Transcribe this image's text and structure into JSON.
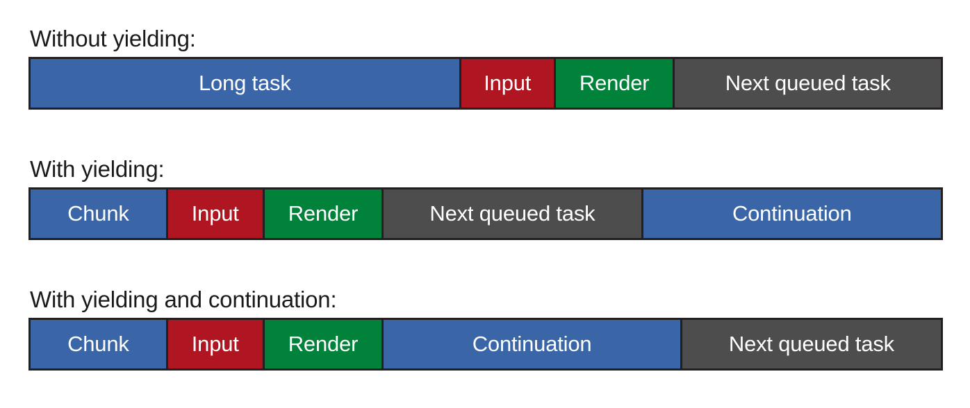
{
  "colors": {
    "blue": "#3a66a7",
    "red": "#b01621",
    "green": "#00823b",
    "gray": "#4d4d4d",
    "border": "#231f20",
    "background": "#ffffff",
    "label_text": "#1a1a1a",
    "segment_text": "#ffffff"
  },
  "chart_data": {
    "type": "bar",
    "title": "",
    "orientation": "horizontal-stacked-timeline",
    "xlabel": "",
    "ylabel": "",
    "categories": [
      "Without yielding:",
      "With yielding:",
      "With yielding and continuation:"
    ],
    "series": [
      {
        "name": "Without yielding:",
        "segments": [
          {
            "label": "Long task",
            "color": "blue",
            "width_pct": 47.3
          },
          {
            "label": "Input",
            "color": "red",
            "width_pct": 10.4
          },
          {
            "label": "Render",
            "color": "green",
            "width_pct": 13.1
          },
          {
            "label": "Next queued task",
            "color": "gray",
            "width_pct": 29.2
          }
        ]
      },
      {
        "name": "With yielding:",
        "segments": [
          {
            "label": "Chunk",
            "color": "blue",
            "width_pct": 15.1
          },
          {
            "label": "Input",
            "color": "red",
            "width_pct": 10.6
          },
          {
            "label": "Render",
            "color": "green",
            "width_pct": 13.1
          },
          {
            "label": "Next queued task",
            "color": "gray",
            "width_pct": 28.5
          },
          {
            "label": "Continuation",
            "color": "blue",
            "width_pct": 32.7
          }
        ]
      },
      {
        "name": "With yielding and continuation:",
        "segments": [
          {
            "label": "Chunk",
            "color": "blue",
            "width_pct": 15.1
          },
          {
            "label": "Input",
            "color": "red",
            "width_pct": 10.6
          },
          {
            "label": "Render",
            "color": "green",
            "width_pct": 13.1
          },
          {
            "label": "Continuation",
            "color": "blue",
            "width_pct": 32.8
          },
          {
            "label": "Next queued task",
            "color": "gray",
            "width_pct": 28.4
          }
        ]
      }
    ]
  },
  "sections": [
    {
      "label": "Without yielding:",
      "segments": [
        {
          "label": "Long task",
          "color": "#3a66a7",
          "width": "47.3%"
        },
        {
          "label": "Input",
          "color": "#b01621",
          "width": "10.4%"
        },
        {
          "label": "Render",
          "color": "#00823b",
          "width": "13.1%"
        },
        {
          "label": "Next queued task",
          "color": "#4d4d4d",
          "width": "29.2%"
        }
      ]
    },
    {
      "label": "With yielding:",
      "segments": [
        {
          "label": "Chunk",
          "color": "#3a66a7",
          "width": "15.1%"
        },
        {
          "label": "Input",
          "color": "#b01621",
          "width": "10.6%"
        },
        {
          "label": "Render",
          "color": "#00823b",
          "width": "13.1%"
        },
        {
          "label": "Next queued task",
          "color": "#4d4d4d",
          "width": "28.5%"
        },
        {
          "label": "Continuation",
          "color": "#3a66a7",
          "width": "32.7%"
        }
      ]
    },
    {
      "label": "With yielding and continuation:",
      "segments": [
        {
          "label": "Chunk",
          "color": "#3a66a7",
          "width": "15.1%"
        },
        {
          "label": "Input",
          "color": "#b01621",
          "width": "10.6%"
        },
        {
          "label": "Render",
          "color": "#00823b",
          "width": "13.1%"
        },
        {
          "label": "Continuation",
          "color": "#3a66a7",
          "width": "32.8%"
        },
        {
          "label": "Next queued task",
          "color": "#4d4d4d",
          "width": "28.4%"
        }
      ]
    }
  ]
}
